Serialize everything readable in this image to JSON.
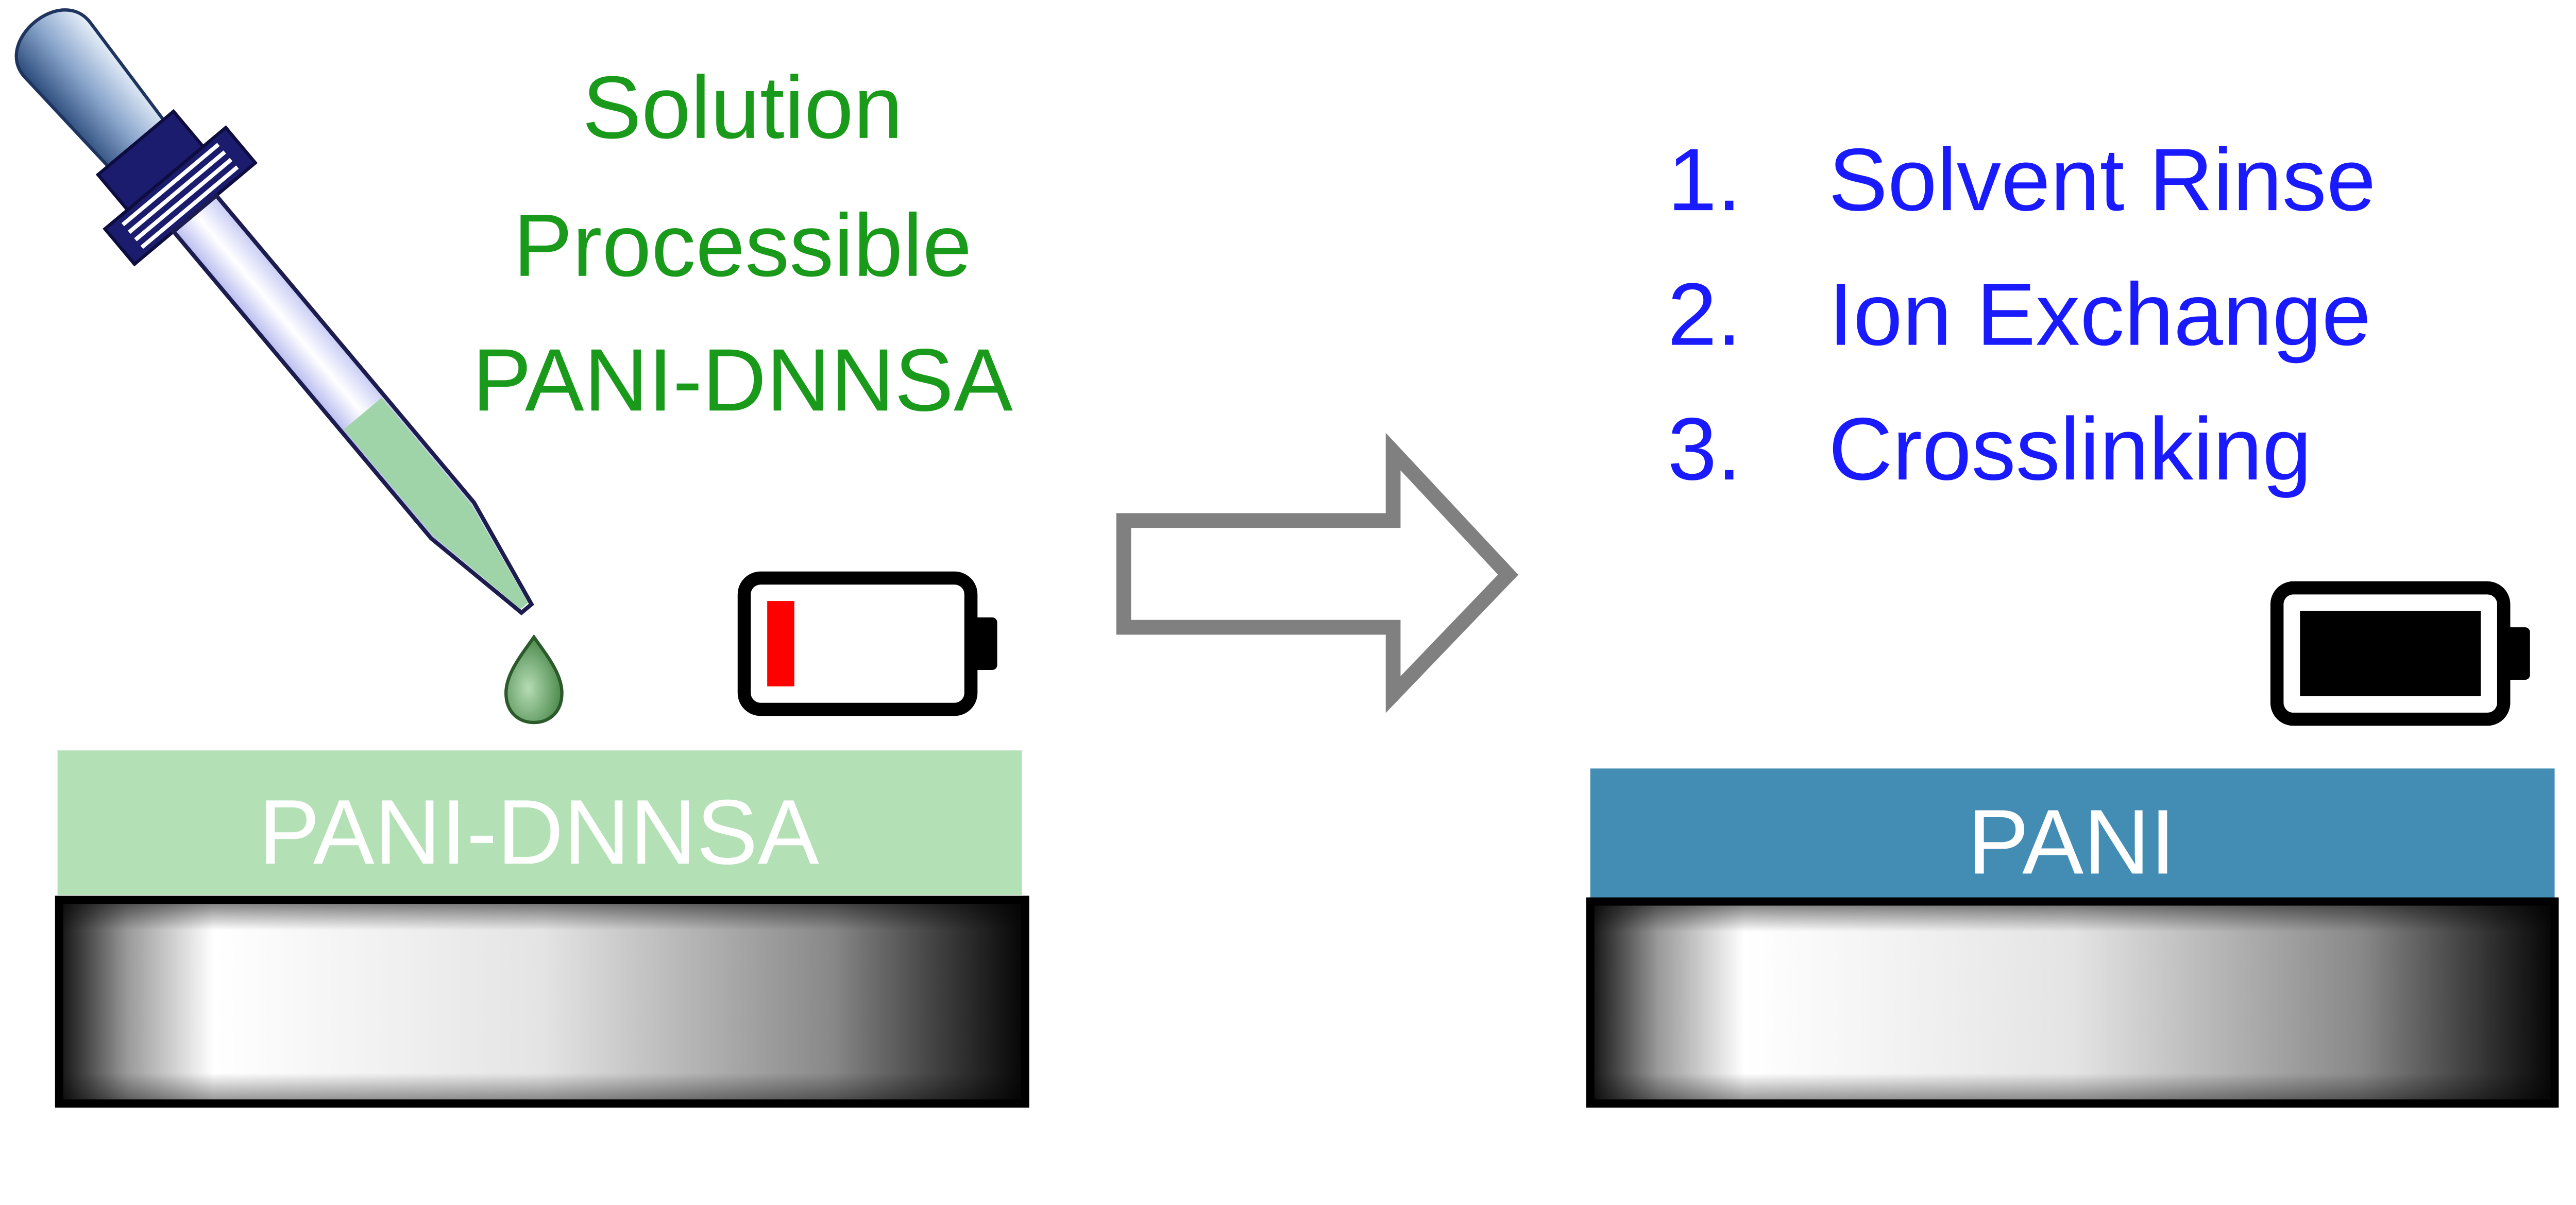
{
  "left": {
    "title_lines": [
      "Solution",
      "Processible",
      "PANI-DNNSA"
    ],
    "film_label": "PANI-DNNSA",
    "battery_level": 0.15
  },
  "right": {
    "steps": [
      {
        "number": "1.",
        "label": "Solvent Rinse"
      },
      {
        "number": "2.",
        "label": "Ion Exchange"
      },
      {
        "number": "3.",
        "label": "Crosslinking"
      }
    ],
    "film_label": "PANI",
    "battery_level": 1.0
  },
  "colors": {
    "title_green": "#1a9a1a",
    "steps_blue": "#1a1aff",
    "film_left": "#b3e0b5",
    "film_right": "#438db5",
    "battery_low": "#ff0000",
    "arrow": "#808080"
  }
}
